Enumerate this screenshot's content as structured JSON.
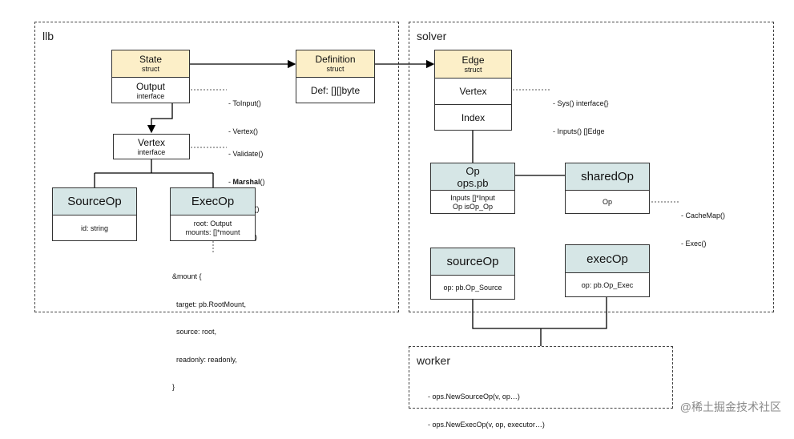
{
  "regions": {
    "llb": "llb",
    "solver": "solver",
    "worker": "worker"
  },
  "llb": {
    "state": {
      "title": "State",
      "kind": "struct",
      "output_title": "Output",
      "output_kind": "interface"
    },
    "definition": {
      "title": "Definition",
      "kind": "struct",
      "field": "Def: [][]byte"
    },
    "vertex": {
      "title": "Vertex",
      "kind": "interface"
    },
    "sourceop": {
      "title": "SourceOp",
      "field": "id: string"
    },
    "execop": {
      "title": "ExecOp",
      "field1": "root: Output",
      "field2": "mounts: []*mount"
    },
    "output_methods": [
      "- ToInput()",
      "- Vertex()"
    ],
    "vertex_methods": {
      "m1": "- Validate()",
      "m2_prefix": "- ",
      "m2_bold": "Marshal",
      "m2_suffix": "()",
      "m3": "- Output()",
      "m4": "- Inputs()"
    },
    "mount_literal": [
      "&mount {",
      "  target: pb.RootMount,",
      "  source: root,",
      "  readonly: readonly,",
      "}"
    ]
  },
  "solver": {
    "edge": {
      "title": "Edge",
      "kind": "struct",
      "vertex": "Vertex",
      "index": "Index"
    },
    "edge_vertex_methods": [
      "- Sys() interface{}",
      "- Inputs() []Edge"
    ],
    "op": {
      "title1": "Op",
      "title2": "ops.pb",
      "field1": "Inputs []*Input",
      "field2": "Op isOp_Op"
    },
    "sharedop": {
      "title": "sharedOp",
      "field": "Op"
    },
    "sharedop_methods": [
      "- CacheMap()",
      "- Exec()"
    ],
    "sourceop": {
      "title": "sourceOp",
      "field": "op: pb.Op_Source"
    },
    "execop": {
      "title": "execOp",
      "field": "op: pb.Op_Exec"
    }
  },
  "worker": {
    "lines": [
      "- ops.NewSourceOp(v, op…)",
      "- ops.NewExecOp(v, op, executor…)"
    ]
  },
  "watermark": "@稀土掘金技术社区"
}
